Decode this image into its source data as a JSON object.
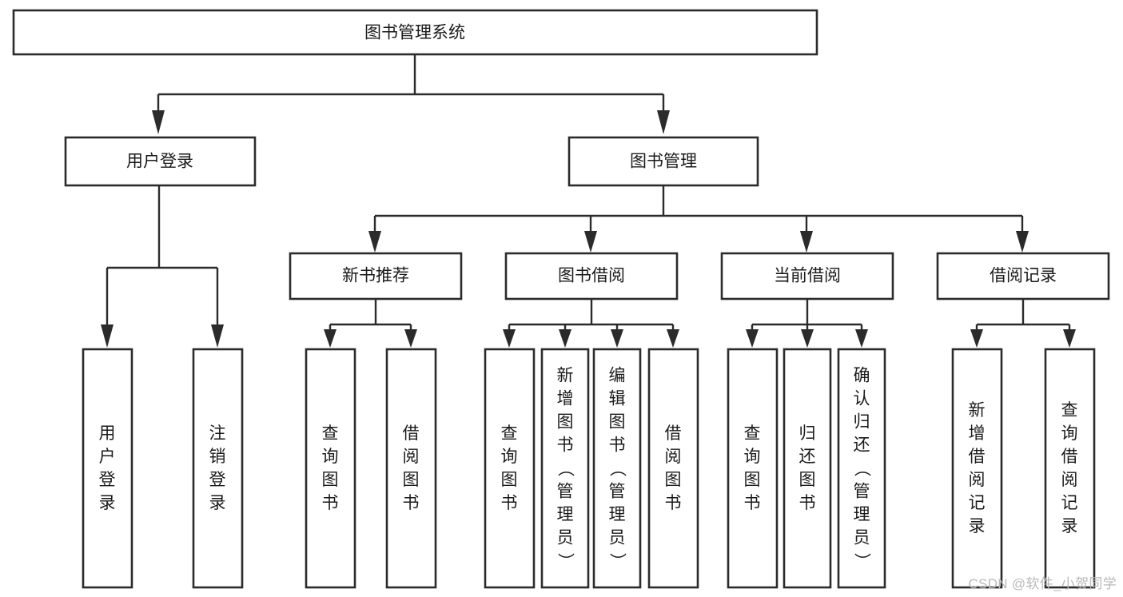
{
  "diagram": {
    "type": "tree-hierarchy",
    "title": "图书管理系统",
    "watermark": "CSDN @软件_小贺同学",
    "colors": {
      "background": "#ffffff",
      "stroke": "#2b2b2b",
      "text": "#1a1a1a",
      "watermark": "#b9b9b9"
    },
    "levels": {
      "root": {
        "label": "图书管理系统"
      },
      "level2": [
        {
          "id": "user-login",
          "label": "用户登录"
        },
        {
          "id": "book-management",
          "label": "图书管理"
        }
      ],
      "level3": [
        {
          "id": "new-book-recommend",
          "label": "新书推荐"
        },
        {
          "id": "book-borrow",
          "label": "图书借阅"
        },
        {
          "id": "current-borrow",
          "label": "当前借阅"
        },
        {
          "id": "borrow-record",
          "label": "借阅记录"
        }
      ],
      "leaves": {
        "user-login": [
          {
            "id": "leaf-user-login",
            "label": "用户登录"
          },
          {
            "id": "leaf-logout-login",
            "label": "注销登录"
          }
        ],
        "new-book-recommend": [
          {
            "id": "leaf-query-book-1",
            "label": "查询图书"
          },
          {
            "id": "leaf-borrow-book-1",
            "label": "借阅图书"
          }
        ],
        "book-borrow": [
          {
            "id": "leaf-query-book-2",
            "label": "查询图书"
          },
          {
            "id": "leaf-add-book-admin",
            "label": "新增图书（管理员）"
          },
          {
            "id": "leaf-edit-book-admin",
            "label": "编辑图书（管理员）"
          },
          {
            "id": "leaf-borrow-book-2",
            "label": "借阅图书"
          }
        ],
        "current-borrow": [
          {
            "id": "leaf-query-book-3",
            "label": "查询图书"
          },
          {
            "id": "leaf-return-book",
            "label": "归还图书"
          },
          {
            "id": "leaf-confirm-return-admin",
            "label": "确认归还（管理员）"
          }
        ],
        "borrow-record": [
          {
            "id": "leaf-add-borrow-record",
            "label": "新增借阅记录"
          },
          {
            "id": "leaf-query-borrow-record",
            "label": "查询借阅记录"
          }
        ]
      }
    }
  }
}
